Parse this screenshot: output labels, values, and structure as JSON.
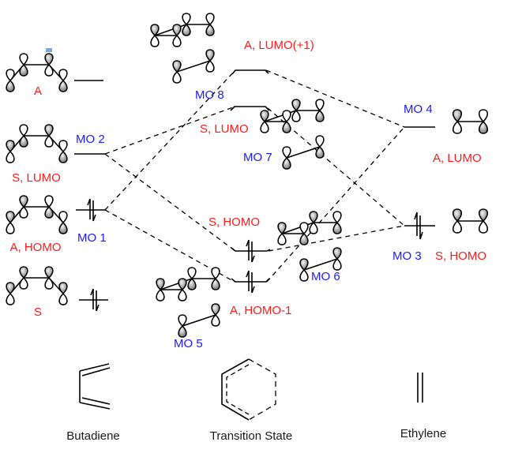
{
  "title": "Diels-Alder frontier molecular orbital correlation diagram",
  "colors": {
    "symmetry_label": "#ff1a1a",
    "mo_label": "#1a1aff",
    "caption": "#1a1a1a",
    "lobe_shaded": "#9a9a9a"
  },
  "butadiene": {
    "caption": "Butadiene",
    "orbitals": [
      {
        "id": "bd-A-top",
        "symmetry_label": "A",
        "mo_label": "",
        "electrons": 0,
        "shading": [
          "down",
          "down",
          "up",
          "down"
        ]
      },
      {
        "id": "bd-MO2",
        "symmetry_label": "S, LUMO",
        "mo_label": "MO 2",
        "electrons": 0,
        "shading": [
          "up",
          "down",
          "up",
          "down"
        ]
      },
      {
        "id": "bd-MO1",
        "symmetry_label": "A, HOMO",
        "mo_label": "MO 1",
        "electrons": 2,
        "shading": [
          "up",
          "up",
          "down",
          "down"
        ]
      },
      {
        "id": "bd-S-bottom",
        "symmetry_label": "S",
        "mo_label": "",
        "electrons": 2,
        "shading": [
          "up",
          "up",
          "up",
          "up"
        ]
      }
    ]
  },
  "transition_state": {
    "caption": "Transition State",
    "orbitals": [
      {
        "id": "ts-MO8",
        "symmetry_label": "A, LUMO(+1)",
        "mo_label": "MO 8",
        "electrons": 0
      },
      {
        "id": "ts-MO7",
        "symmetry_label": "S, LUMO",
        "mo_label": "MO 7",
        "electrons": 0
      },
      {
        "id": "ts-MO6",
        "symmetry_label": "S, HOMO",
        "mo_label": "MO 6",
        "electrons": 2
      },
      {
        "id": "ts-MO5",
        "symmetry_label": "A, HOMO-1",
        "mo_label": "MO 5",
        "electrons": 2
      }
    ]
  },
  "ethylene": {
    "caption": "Ethylene",
    "orbitals": [
      {
        "id": "et-MO4",
        "symmetry_label": "A, LUMO",
        "mo_label": "MO 4",
        "electrons": 0
      },
      {
        "id": "et-MO3",
        "symmetry_label": "S, HOMO",
        "mo_label": "MO 3",
        "electrons": 2
      }
    ]
  },
  "correlations": [
    {
      "from": "MO 2",
      "to": "MO 7"
    },
    {
      "from": "MO 2",
      "to": "MO 6"
    },
    {
      "from": "MO 1",
      "to": "MO 8"
    },
    {
      "from": "MO 1",
      "to": "MO 5"
    },
    {
      "from": "MO 4",
      "to": "MO 8"
    },
    {
      "from": "MO 4",
      "to": "MO 5"
    },
    {
      "from": "MO 3",
      "to": "MO 7"
    },
    {
      "from": "MO 3",
      "to": "MO 6"
    }
  ]
}
